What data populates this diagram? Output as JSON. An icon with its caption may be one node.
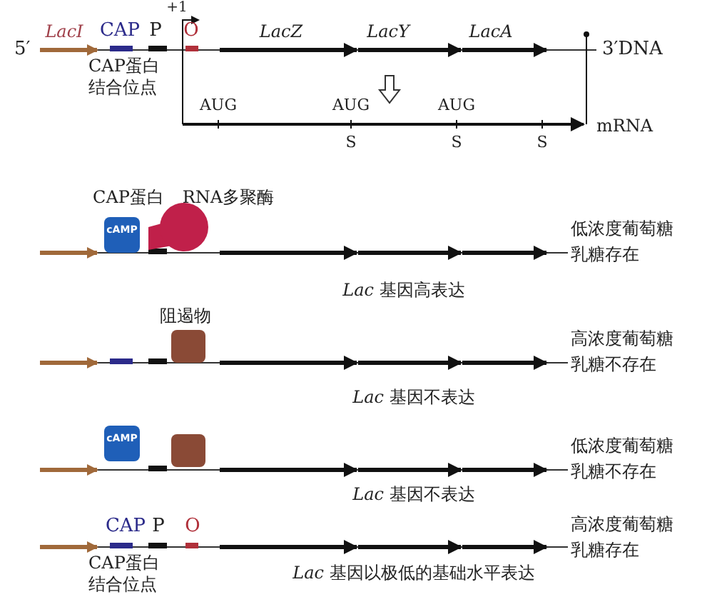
{
  "diagram": {
    "nodes": [
      {
        "text": [
          "CAP蛋白",
          "cAMP"
        ]
      },
      {
        "text": [
          "RNA多聚酶"
        ]
      },
      {
        "text": [
          "阻遏物"
        ]
      },
      {
        "text": [
          "cAMP"
        ]
      },
      {
        "text": [],
        "shape": "box"
      }
    ],
    "labels": [
      "+1",
      "LacI",
      "CAP",
      "P",
      "O",
      "LacZ",
      "LacY",
      "LacA",
      "5′",
      "3′DNA",
      "CAP蛋白结合位点",
      "AUG",
      "AUG",
      "AUG",
      "mRNA",
      "S",
      "S",
      "S",
      "低浓度葡萄糖",
      "乳糖存在",
      "*Lac* 基因高表达",
      "高浓度葡萄糖",
      "乳糖不存在",
      "*Lac* 基因不表达",
      "低浓度葡萄糖",
      "乳糖不存在",
      "*Lac* 基因不表达",
      "CAP",
      "P",
      "O",
      "CAP蛋白结合位点",
      "高浓度葡萄糖",
      "乳糖存在",
      "*Lac* 基因以极低的基础水平表达"
    ]
  }
}
